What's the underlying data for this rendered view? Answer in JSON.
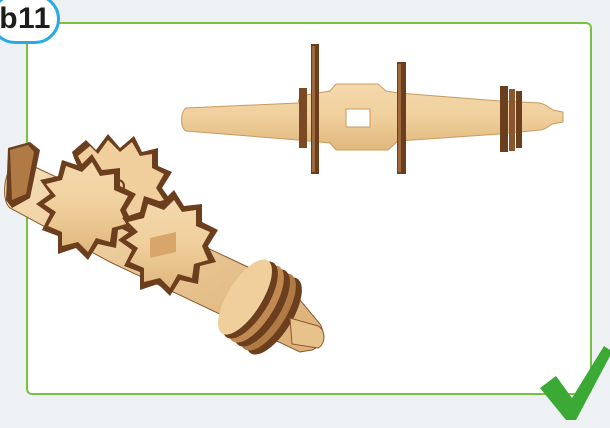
{
  "step": {
    "label": "b11"
  },
  "colors": {
    "frame": "#7ac143",
    "badge": "#29abe2",
    "check": "#3aaa35",
    "wood": "#f0cf9c",
    "wood_edge": "#6b3f1e"
  },
  "illustration": {
    "top_part": "assembled-shaft-with-spacers",
    "bottom_part": "gear-shaft-assembly-3d"
  },
  "status": {
    "icon": "checkmark-icon",
    "meaning": "correct"
  }
}
